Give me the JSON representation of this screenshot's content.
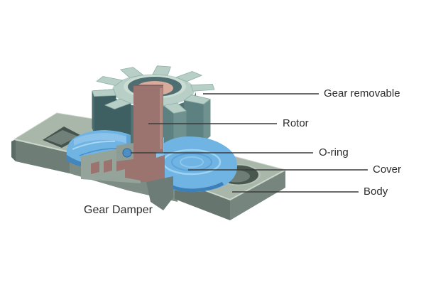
{
  "figure": {
    "caption": "Gear Damper",
    "labels": [
      {
        "text": "Gear removable"
      },
      {
        "text": "Rotor"
      },
      {
        "text": "O-ring"
      },
      {
        "text": "Cover"
      },
      {
        "text": "Body"
      }
    ]
  },
  "colors": {
    "background": "#ffffff",
    "text": "#2d2d2d",
    "line": "#3c3c3c",
    "body_top": "#a9b7ab",
    "body_side": "#6e7e77",
    "gear_top": "#b7cfc6",
    "gear_side": "#567a7c",
    "cover_blue": "#6fb4e3",
    "cover_dark": "#4186bf",
    "cover_light": "#8cc3ea",
    "rotor_brown": "#9c746f",
    "rotor_pink": "#d9ab9c"
  }
}
